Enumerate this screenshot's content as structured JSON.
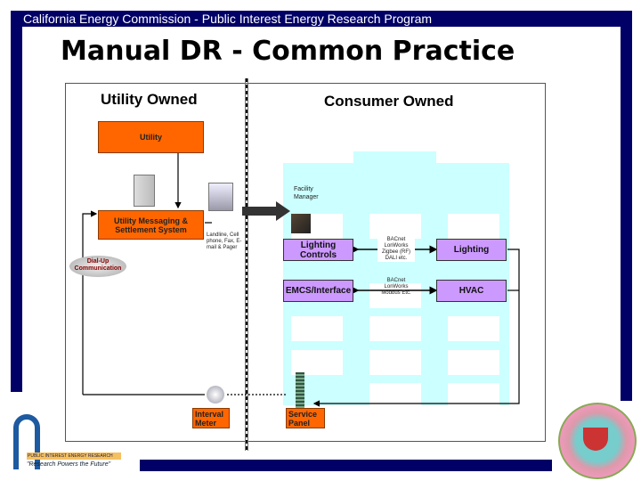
{
  "header": {
    "program": "California Energy Commission - Public Interest Energy Research Program",
    "title": "Manual DR - Common Practice"
  },
  "diagram": {
    "utility_owned": "Utility Owned",
    "consumer_owned": "Consumer Owned",
    "utility": "Utility",
    "messaging": "Utility Messaging & Settlement System",
    "comm_methods": "Landline, Cell phone, Fax, E-mail & Pager",
    "dialup": "Dial-Up Communication",
    "facility_manager": "Facility Manager",
    "lighting_controls": "Lighting Controls",
    "lighting": "Lighting",
    "protocols_lighting": "BACnet LonWorks Zigbee (RF) DALI etc.",
    "emcs": "EMCS/Interface",
    "hvac": "HVAC",
    "protocols_hvac": "BACnet LonWorks Modbus Etc.",
    "interval_meter": "Interval Meter",
    "service_panel": "Service Panel"
  },
  "footer": {
    "pier_name": "PUBLIC INTEREST ENERGY RESEARCH",
    "pier_slogan": "\"Research Powers the Future\""
  },
  "colors": {
    "navy": "#000066",
    "orange": "#ff6600",
    "purple": "#cc99ff",
    "building": "#ccffff"
  }
}
